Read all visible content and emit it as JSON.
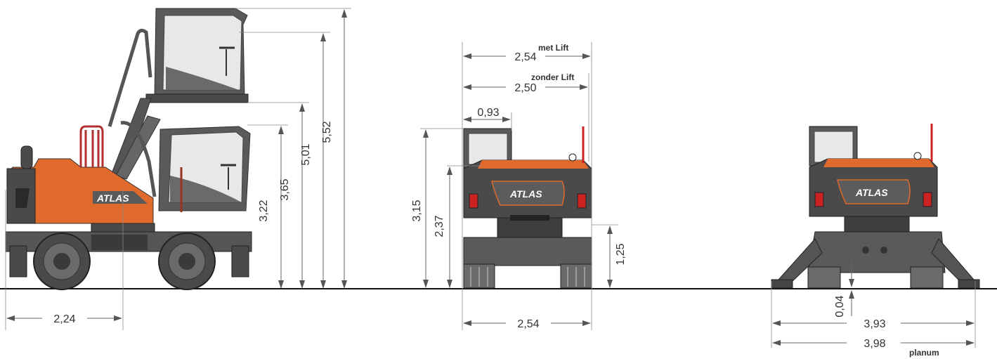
{
  "dimensions": {
    "side_view": {
      "height_cab_lowered": "3,22",
      "height_handrail": "3,65",
      "height_cab_raised_floor": "5,01",
      "height_cab_raised_top": "5,52",
      "rear_length": "2,24"
    },
    "rear_view": {
      "width_with_lift": "2,54",
      "width_without_lift": "2,50",
      "cab_width": "0,93",
      "total_height": "3,15",
      "counterweight_height": "2,37",
      "undercarriage_height": "1,25",
      "track_width": "2,54"
    },
    "outrigger_view": {
      "ground_clearance": "0,04",
      "support_width": "3,93",
      "support_width_planum": "3,98"
    }
  },
  "labels": {
    "with_lift": "met Lift",
    "without_lift": "zonder Lift",
    "planum": "planum"
  },
  "brand": "ATLAS",
  "colors": {
    "body_orange": "#e06a2c",
    "body_dark": "#4a4a4a",
    "glass": "#e6e6e6",
    "light_red": "#cc2222"
  }
}
